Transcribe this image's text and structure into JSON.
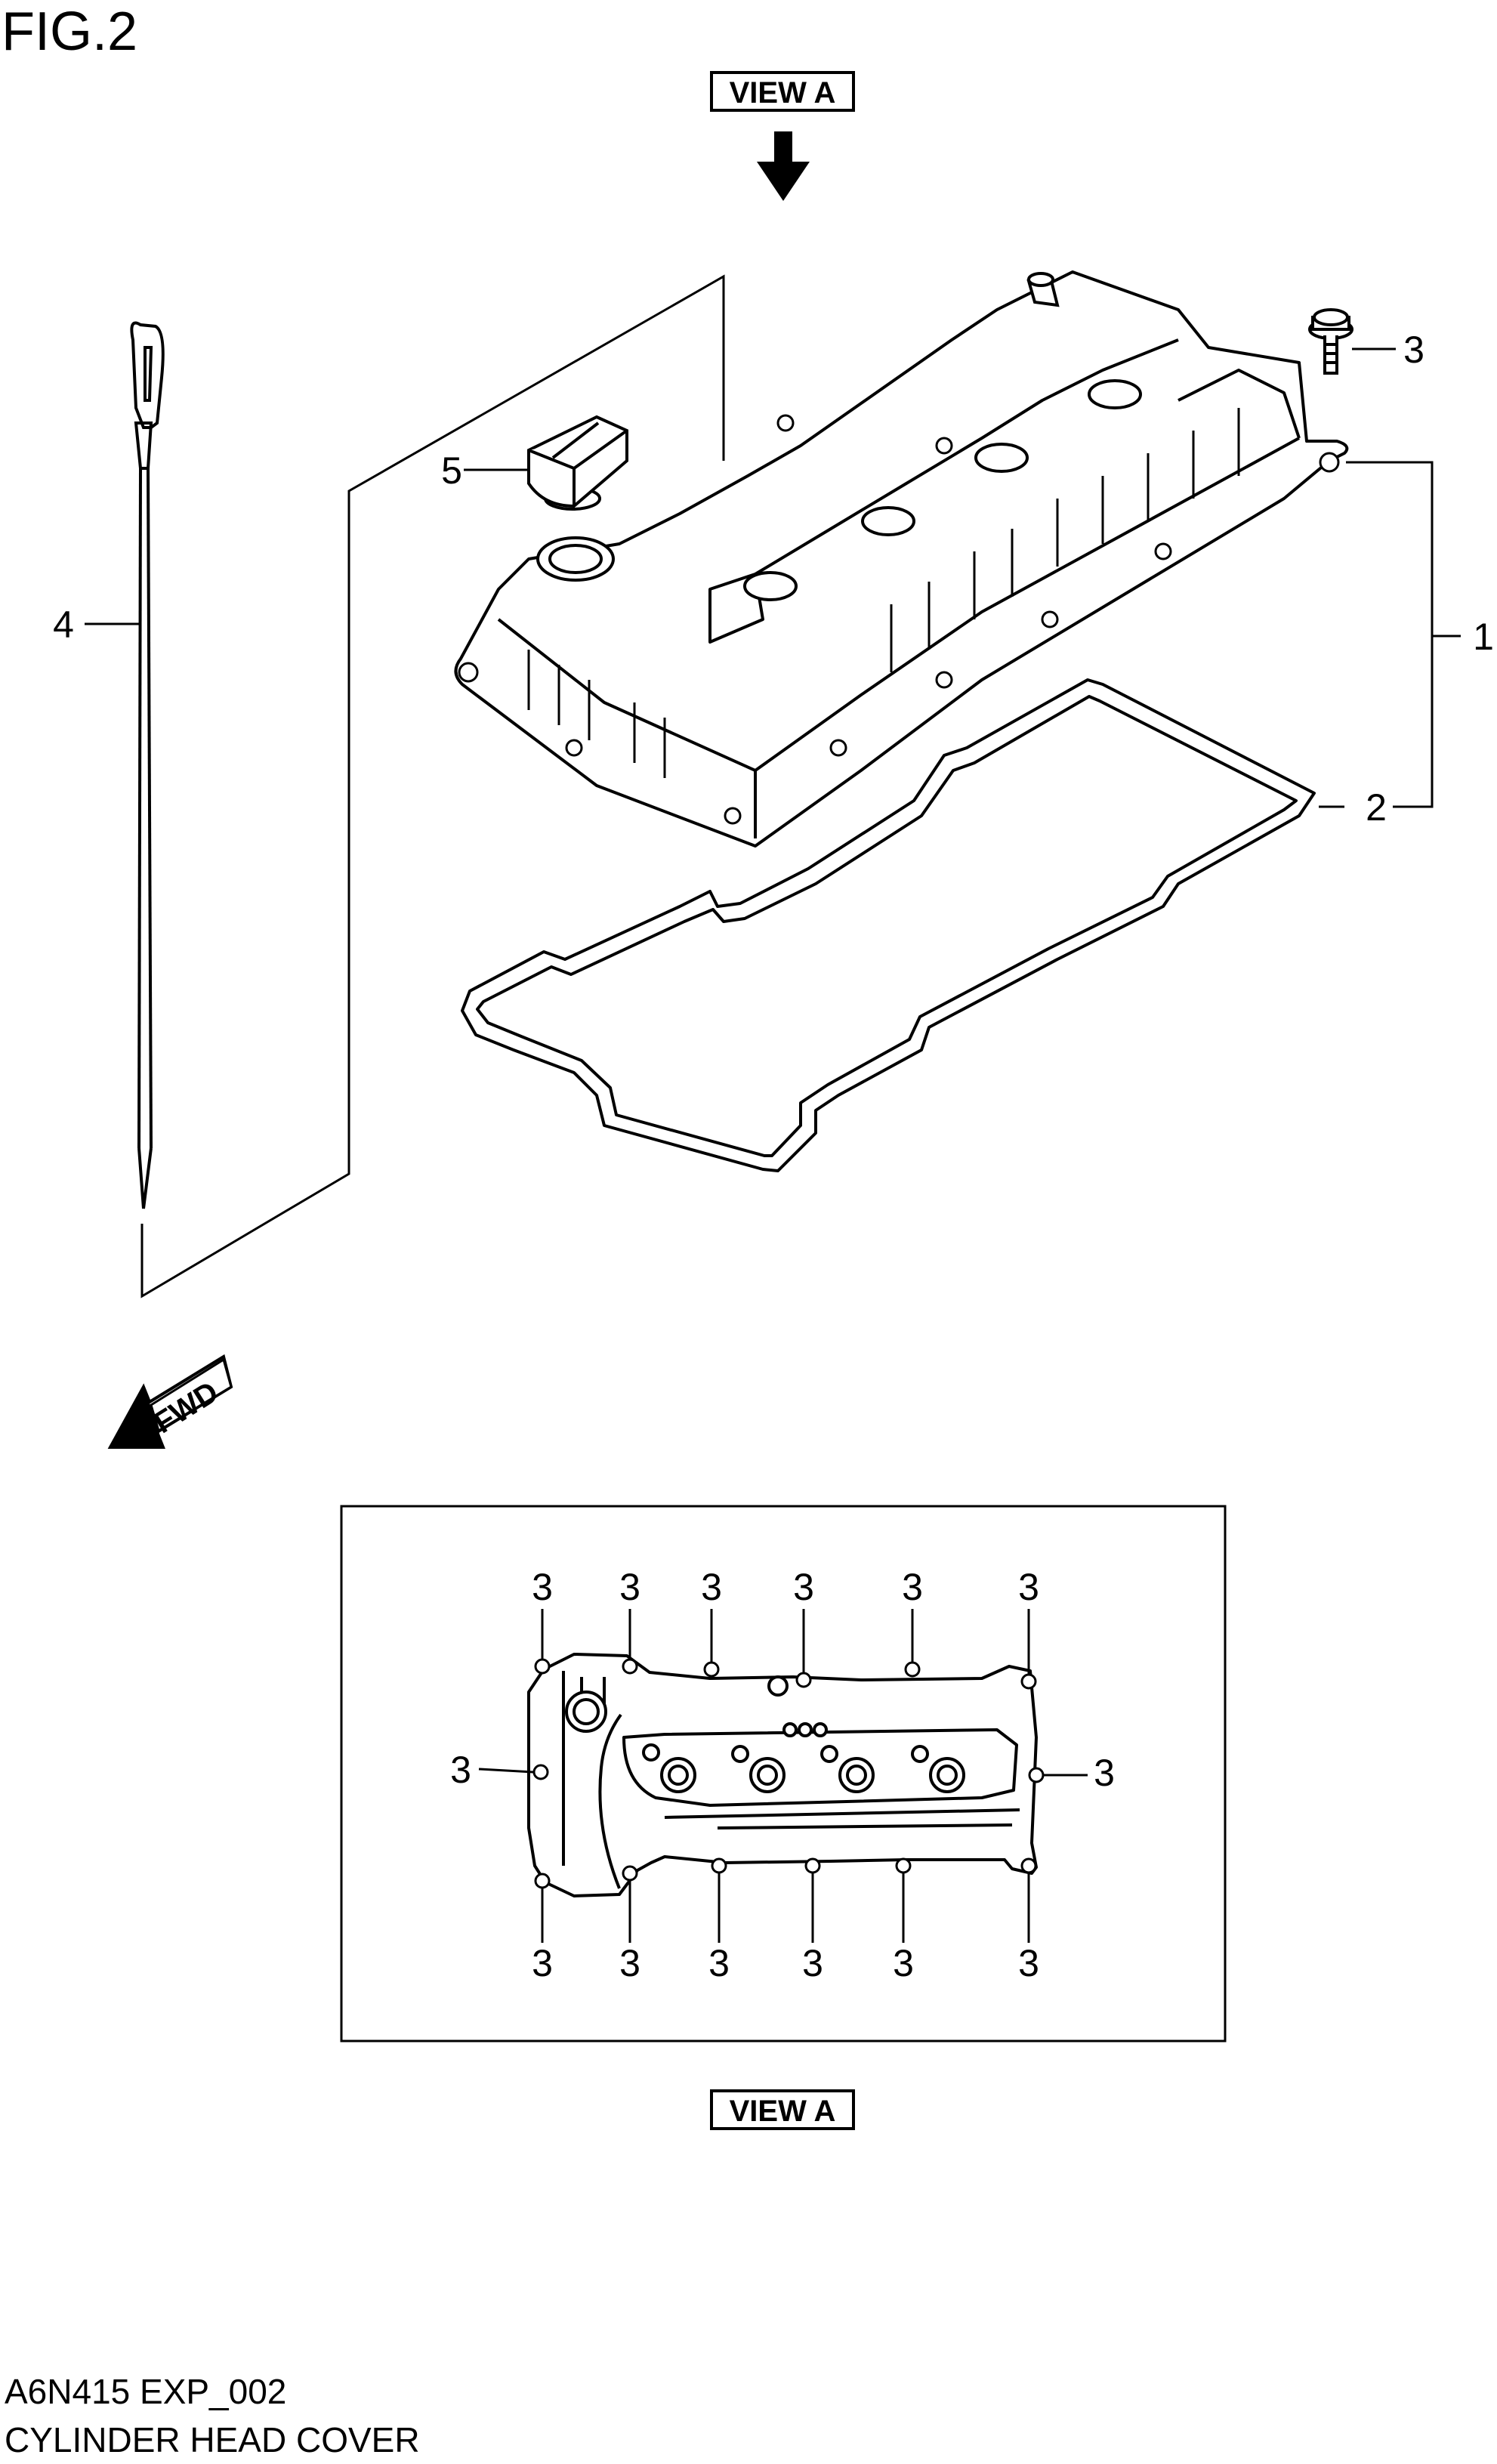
{
  "figure": {
    "title": "FIG.2",
    "view_label_top": "VIEW A",
    "view_label_bottom": "VIEW A",
    "fwd_label": "FWD"
  },
  "callouts": {
    "cover": "1",
    "gasket": "2",
    "bolt": "3",
    "dipstick": "4",
    "cap": "5"
  },
  "view_a_callouts": {
    "top": [
      "3",
      "3",
      "3",
      "3",
      "3",
      "3"
    ],
    "left": "3",
    "right": "3",
    "bottom": [
      "3",
      "3",
      "3",
      "3",
      "3",
      "3"
    ]
  },
  "footer": {
    "code": "A6N415 EXP_002",
    "name": "CYLINDER HEAD COVER"
  },
  "colors": {
    "line": "#000000",
    "background": "#ffffff"
  }
}
